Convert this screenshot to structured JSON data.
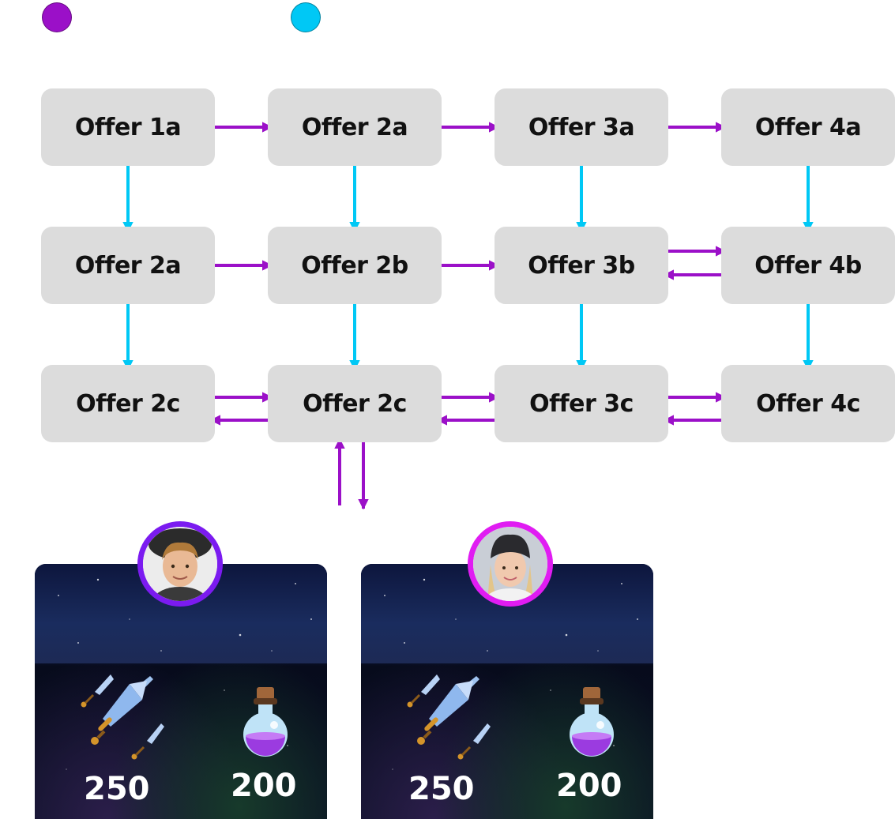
{
  "legend": {
    "purple_color": "#9b10c8",
    "cyan_color": "#00c8f5"
  },
  "nodes": {
    "r1c1": "Offer 1a",
    "r1c2": "Offer 2a",
    "r1c3": "Offer 3a",
    "r1c4": "Offer 4a",
    "r2c1": "Offer 2a",
    "r2c2": "Offer 2b",
    "r2c3": "Offer 3b",
    "r2c4": "Offer 4b",
    "r3c1": "Offer 2c",
    "r3c2": "Offer 2c",
    "r3c3": "Offer 3c",
    "r3c4": "Offer 4c"
  },
  "cards": [
    {
      "avatar_icon": "avatar-male-icon",
      "ring_color": "#7b1bf0",
      "swords_value": "250",
      "potion_value": "200"
    },
    {
      "avatar_icon": "avatar-female-icon",
      "ring_color": "#e01cf2",
      "swords_value": "250",
      "potion_value": "200"
    }
  ]
}
